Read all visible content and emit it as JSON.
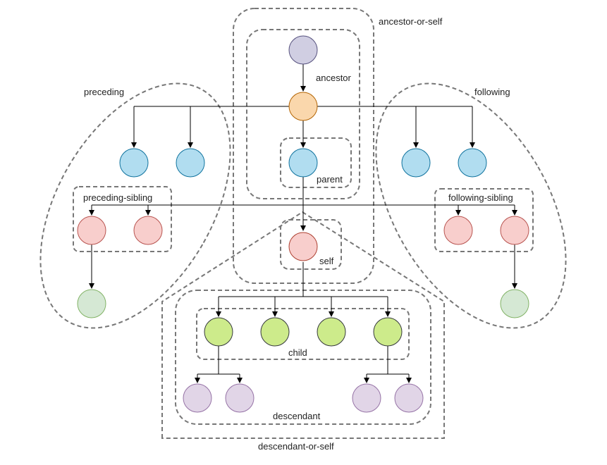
{
  "labels": {
    "ancestor_or_self": "ancestor-or-self",
    "ancestor": "ancestor",
    "preceding": "preceding",
    "following": "following",
    "parent": "parent",
    "preceding_sibling": "preceding-sibling",
    "following_sibling": "following-sibling",
    "self": "self",
    "child": "child",
    "descendant": "descendant",
    "descendant_or_self": "descendant-or-self"
  },
  "colors": {
    "ancestor": "#d0cee2",
    "parent_of_self_ancestor": "#fad7ac",
    "sibling_of_parent": "#b1ddf0",
    "sibling": "#f8cecc",
    "self_border": "#ae4132",
    "nephew": "#d5e8d4",
    "child": "#cdeb8b",
    "grandchild": "#e1d5e7",
    "group_border": "#777777"
  }
}
